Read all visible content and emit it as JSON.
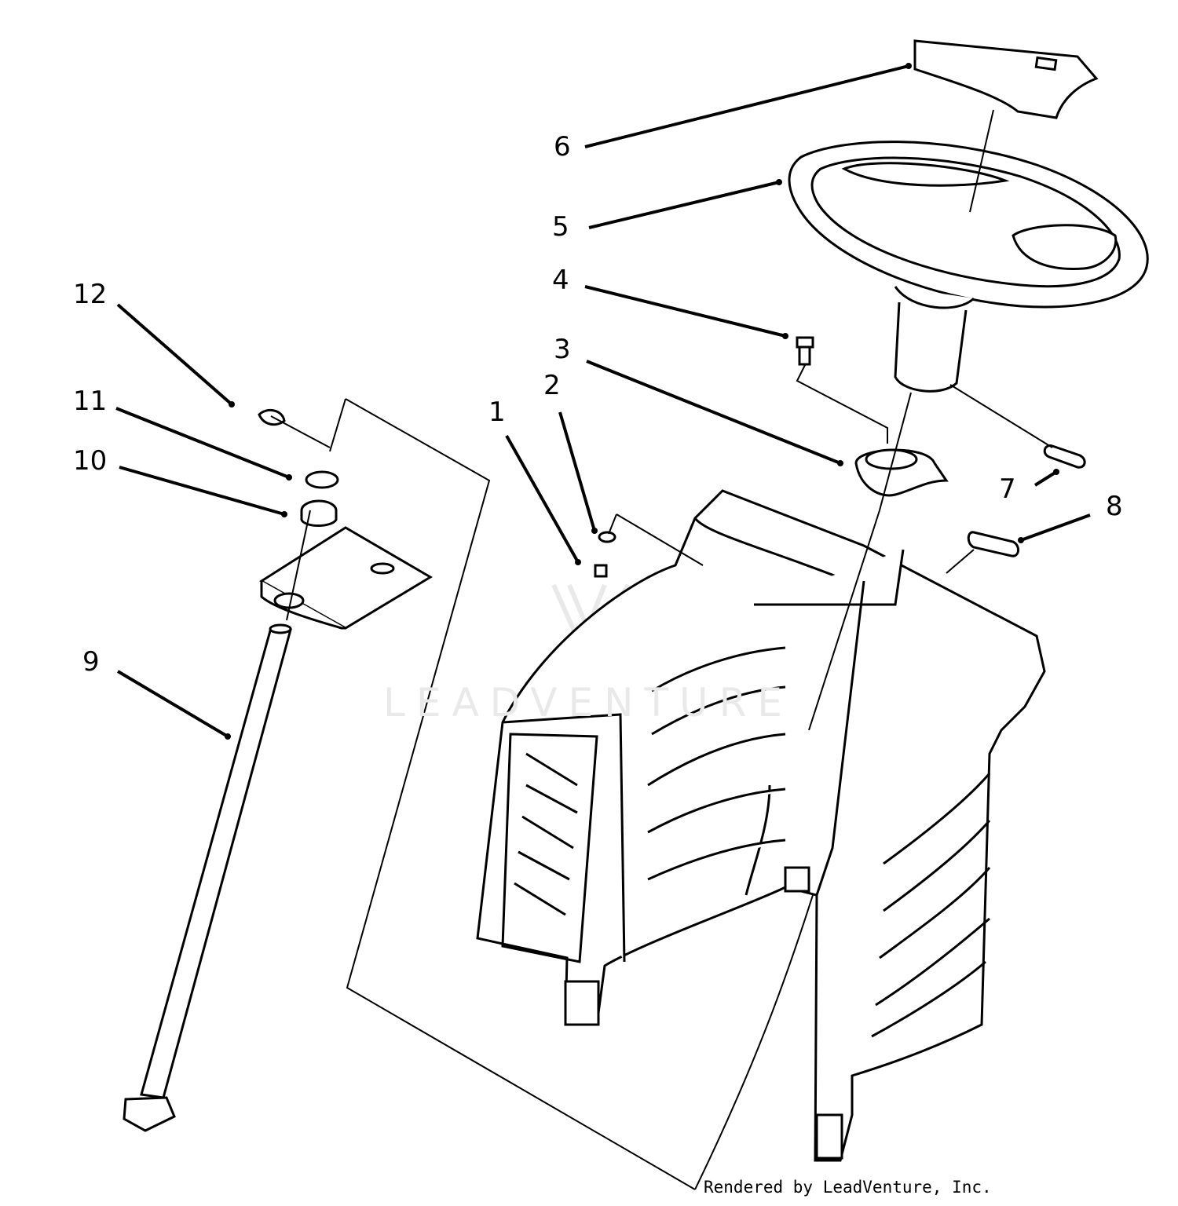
{
  "callouts": [
    {
      "id": "1",
      "label": "1"
    },
    {
      "id": "2",
      "label": "2"
    },
    {
      "id": "3",
      "label": "3"
    },
    {
      "id": "4",
      "label": "4"
    },
    {
      "id": "5",
      "label": "5"
    },
    {
      "id": "6",
      "label": "6"
    },
    {
      "id": "7",
      "label": "7"
    },
    {
      "id": "8",
      "label": "8"
    },
    {
      "id": "9",
      "label": "9"
    },
    {
      "id": "10",
      "label": "10"
    },
    {
      "id": "11",
      "label": "11"
    },
    {
      "id": "12",
      "label": "12"
    }
  ],
  "watermark": {
    "text": "LEADVENTURE"
  },
  "credit": {
    "text": "Rendered by LeadVenture, Inc."
  },
  "colors": {
    "line": "#000000",
    "background": "#ffffff",
    "watermark": "#e9e9e9"
  }
}
